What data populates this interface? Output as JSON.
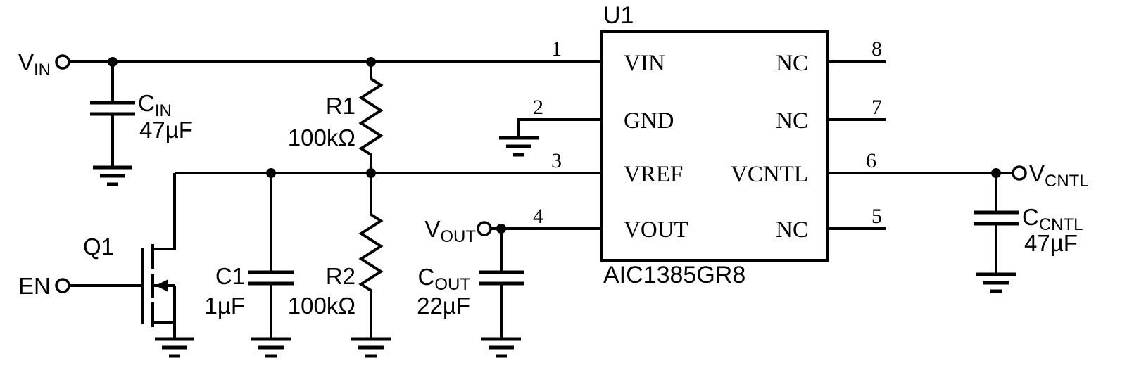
{
  "colors": {
    "wire": "#000000",
    "background": "#ffffff"
  },
  "ic": {
    "refdes": "U1",
    "part_number": "AIC1385GR8",
    "left_pins": [
      {
        "num": "1",
        "name": "VIN"
      },
      {
        "num": "2",
        "name": "GND"
      },
      {
        "num": "3",
        "name": "VREF"
      },
      {
        "num": "4",
        "name": "VOUT"
      }
    ],
    "right_pins": [
      {
        "num": "8",
        "name": "NC"
      },
      {
        "num": "7",
        "name": "NC"
      },
      {
        "num": "6",
        "name": "VCNTL"
      },
      {
        "num": "5",
        "name": "NC"
      }
    ]
  },
  "terminals": {
    "vin": {
      "name": "V",
      "name_sub": "IN"
    },
    "en": {
      "name": "EN"
    },
    "vout": {
      "name": "V",
      "name_sub": "OUT"
    },
    "vcntl": {
      "name": "V",
      "name_sub": "CNTL"
    }
  },
  "components": {
    "cin": {
      "name": "C",
      "name_sub": "IN",
      "value": "47µF"
    },
    "r1": {
      "name": "R1",
      "value": "100kΩ"
    },
    "q1": {
      "name": "Q1"
    },
    "c1": {
      "name": "C1",
      "value": "1µF"
    },
    "r2": {
      "name": "R2",
      "value": "100kΩ"
    },
    "cout": {
      "name": "C",
      "name_sub": "OUT",
      "value": "22µF"
    },
    "ccntl": {
      "name": "C",
      "name_sub": "CNTL",
      "value": "47µF"
    }
  }
}
